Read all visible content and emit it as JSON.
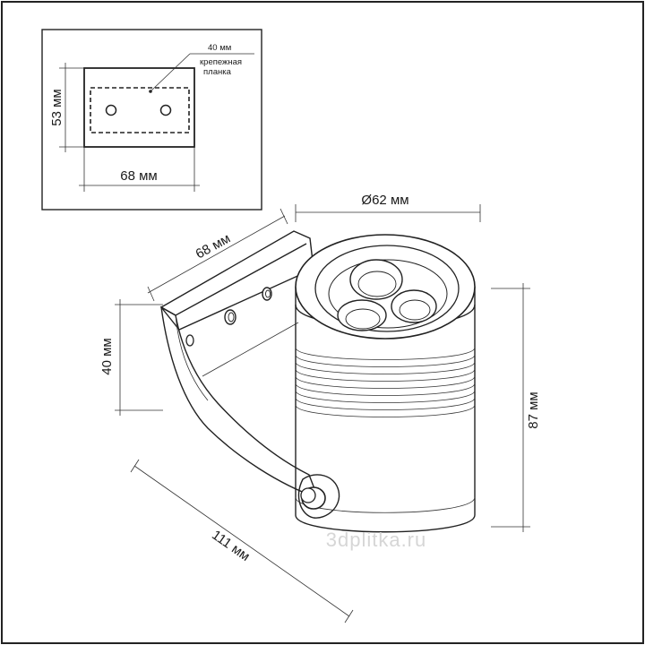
{
  "inset": {
    "width_label": "68 мм",
    "height_label": "53 мм",
    "plate_label": "40 мм",
    "plate_desc_line1": "крепежная",
    "plate_desc_line2": "планка"
  },
  "main": {
    "diameter_label": "Ø62 мм",
    "bracket_width_label": "68 мм",
    "bracket_height_label": "40 мм",
    "depth_label": "111 мм",
    "height_label": "87 мм"
  },
  "watermark": "3dplitka.ru"
}
